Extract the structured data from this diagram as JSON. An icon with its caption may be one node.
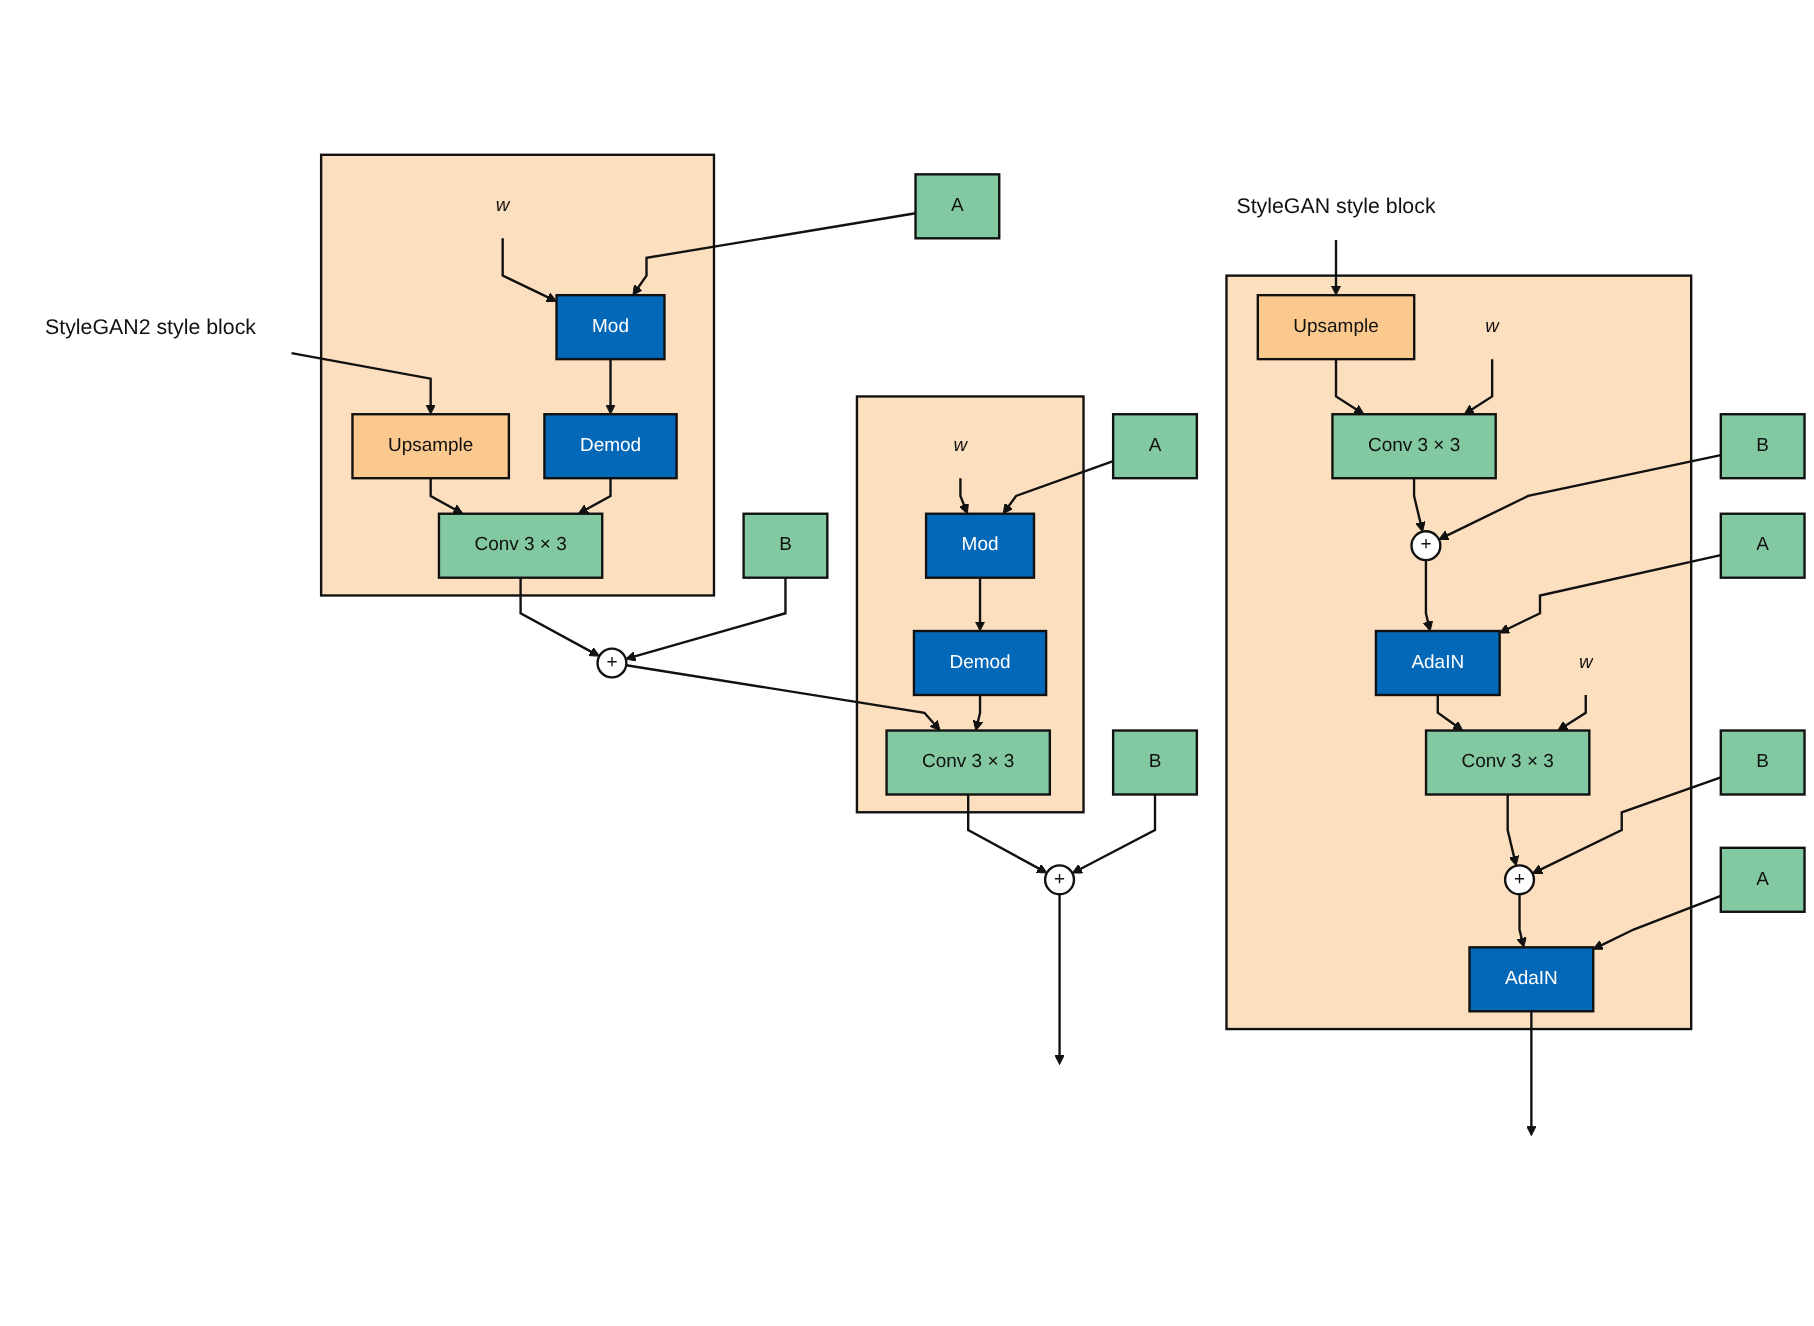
{
  "diagram": {
    "nodes": [
      {
        "text": [
          "StyleGAN style block"
        ]
      },
      {
        "text": [],
        "shape": "box"
      },
      {
        "text": [
          "Upsample"
        ],
        "in": 1
      },
      {
        "text": [
          "w"
        ],
        "in": 1
      },
      {
        "text": [
          "Conv 3 × 3"
        ],
        "in": 1
      },
      {
        "text": [
          "+"
        ],
        "in": 1
      },
      {
        "text": [
          "B"
        ]
      },
      {
        "text": [
          "A"
        ]
      },
      {
        "text": [
          "AdaIN"
        ],
        "in": 1
      },
      {
        "text": [
          "w"
        ],
        "in": 1
      },
      {
        "text": [
          "Conv 3 × 3"
        ],
        "in": 1
      },
      {
        "text": [
          "+"
        ],
        "in": 1
      },
      {
        "text": [
          "B"
        ]
      },
      {
        "text": [
          "A"
        ]
      },
      {
        "text": [
          "AdaIN"
        ],
        "in": 1
      },
      {
        "text": [
          "StyleGAN2 style block"
        ]
      },
      {
        "text": [],
        "shape": "box"
      },
      {
        "text": [
          "w"
        ],
        "in": 16
      },
      {
        "text": [
          "A"
        ]
      },
      {
        "text": [
          "Mod"
        ],
        "in": 16
      },
      {
        "text": [
          "Upsample"
        ],
        "in": 16
      },
      {
        "text": [
          "Demod"
        ],
        "in": 16
      },
      {
        "text": [
          "Conv 3 × 3"
        ],
        "in": 16
      },
      {
        "text": [
          "+"
        ]
      },
      {
        "text": [
          "B"
        ]
      },
      {
        "text": [],
        "shape": "box"
      },
      {
        "text": [
          "w"
        ],
        "in": 25
      },
      {
        "text": [
          "A"
        ]
      },
      {
        "text": [
          "Mod"
        ],
        "in": 25
      },
      {
        "text": [
          "Demod"
        ],
        "in": 25
      },
      {
        "text": [
          "Conv 3 × 3"
        ],
        "in": 25
      },
      {
        "text": [
          "+"
        ]
      },
      {
        "text": [
          "B"
        ]
      }
    ],
    "edges": [
      {
        "from": 0,
        "to": 2,
        "arrow": "to"
      },
      {
        "from": 2,
        "to": 4,
        "arrow": "to"
      },
      {
        "from": 3,
        "to": 4,
        "arrow": "to"
      },
      {
        "from": 4,
        "to": 5,
        "arrow": "to"
      },
      {
        "from": 6,
        "to": 5,
        "arrow": "to"
      },
      {
        "from": 5,
        "to": 8,
        "arrow": "to"
      },
      {
        "from": 7,
        "to": 8,
        "arrow": "to"
      },
      {
        "from": 8,
        "to": 10,
        "arrow": "to"
      },
      {
        "from": 9,
        "to": 10,
        "arrow": "to"
      },
      {
        "from": 10,
        "to": 11,
        "arrow": "to"
      },
      {
        "from": 12,
        "to": 11,
        "arrow": "to"
      },
      {
        "from": 11,
        "to": 14,
        "arrow": "to"
      },
      {
        "from": 13,
        "to": 14,
        "arrow": "to"
      },
      {
        "from": 14,
        "to": null,
        "arrow": "to"
      },
      {
        "from": 15,
        "to": 20,
        "arrow": "to"
      },
      {
        "from": 17,
        "to": 19,
        "arrow": "to"
      },
      {
        "from": 18,
        "to": 19,
        "arrow": "to"
      },
      {
        "from": 19,
        "to": 21,
        "arrow": "to"
      },
      {
        "from": 20,
        "to": 22,
        "arrow": "to"
      },
      {
        "from": 21,
        "to": 22,
        "arrow": "to"
      },
      {
        "from": 22,
        "to": 23,
        "arrow": "to"
      },
      {
        "from": 24,
        "to": 23,
        "arrow": "to"
      },
      {
        "from": 23,
        "to": 30,
        "arrow": "to"
      },
      {
        "from": 26,
        "to": 28,
        "arrow": "to"
      },
      {
        "from": 27,
        "to": 28,
        "arrow": "to"
      },
      {
        "from": 28,
        "to": 29,
        "arrow": "to"
      },
      {
        "from": 29,
        "to": 30,
        "arrow": "to"
      },
      {
        "from": 30,
        "to": 31,
        "arrow": "to"
      },
      {
        "from": 32,
        "to": 31,
        "arrow": "to"
      },
      {
        "from": 31,
        "to": null,
        "arrow": "to"
      }
    ]
  }
}
